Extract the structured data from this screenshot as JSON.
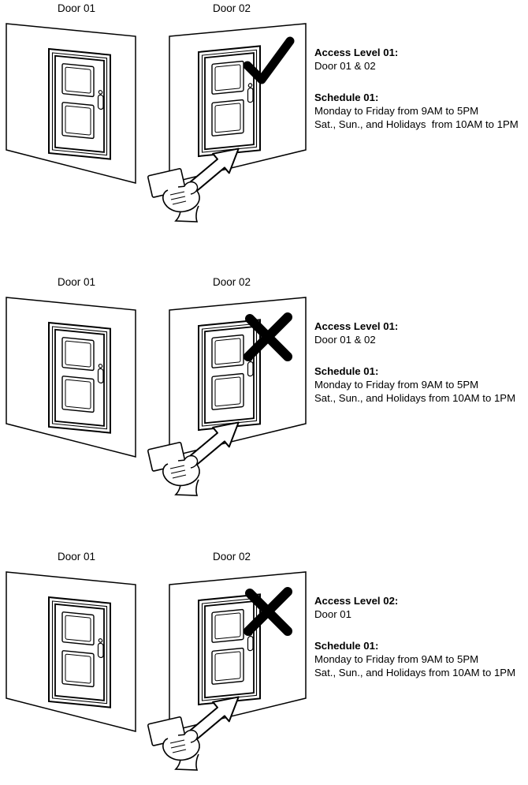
{
  "colors": {
    "ink": "#000000",
    "paper": "#ffffff"
  },
  "panels": [
    {
      "door1_label": "Door 01",
      "door2_label": "Door 02",
      "mark": "check",
      "info": {
        "access_heading": "Access Level 01:",
        "access_doors": "Door 01 & 02",
        "schedule_heading": "Schedule 01:",
        "schedule_line1": "Monday to Friday from 9AM to 5PM",
        "schedule_line2": "Sat., Sun., and Holidays  from 10AM to 1PM"
      }
    },
    {
      "door1_label": "Door 01",
      "door2_label": "Door 02",
      "mark": "x",
      "info": {
        "access_heading": "Access Level 01:",
        "access_doors": "Door 01 & 02",
        "schedule_heading": "Schedule 01:",
        "schedule_line1": "Monday to Friday from 9AM to 5PM",
        "schedule_line2": "Sat., Sun., and Holidays from 10AM to 1PM"
      }
    },
    {
      "door1_label": "Door 01",
      "door2_label": "Door 02",
      "mark": "x",
      "info": {
        "access_heading": "Access Level 02:",
        "access_doors": "Door 01",
        "schedule_heading": "Schedule 01:",
        "schedule_line1": "Monday to Friday from 9AM to 5PM",
        "schedule_line2": "Sat., Sun., and Holidays from 10AM to 1PM"
      }
    }
  ]
}
